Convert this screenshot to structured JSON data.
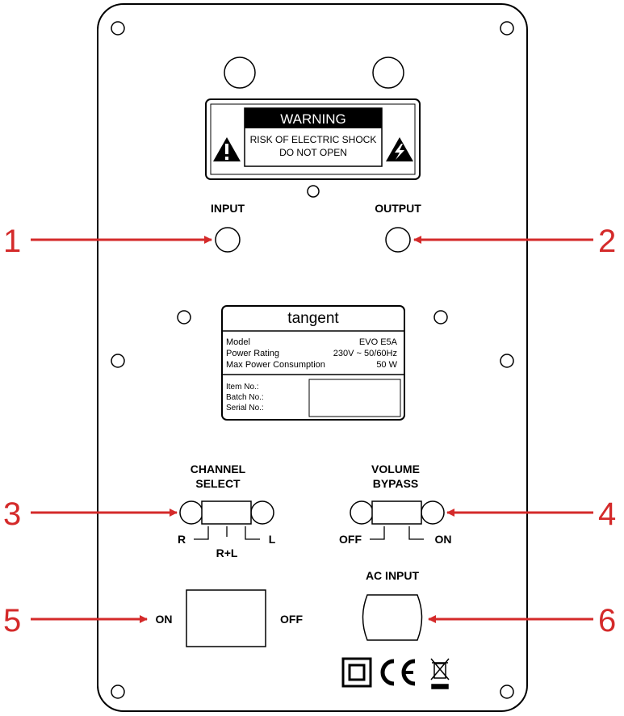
{
  "colors": {
    "callout": "#d42a2a",
    "line": "#000000",
    "background": "#ffffff"
  },
  "warning": {
    "title": "WARNING",
    "line1": "RISK OF ELECTRIC SHOCK",
    "line2": "DO NOT OPEN",
    "icon_left": "exclamation-triangle-icon",
    "icon_right": "lightning-triangle-icon"
  },
  "jacks": {
    "input_label": "INPUT",
    "output_label": "OUTPUT"
  },
  "spec_plate": {
    "brand": "tangent",
    "rows": [
      {
        "label": "Model",
        "value": "EVO E5A"
      },
      {
        "label": "Power Rating",
        "value": "230V ~ 50/60Hz"
      },
      {
        "label": "Max Power Consumption",
        "value": "50 W"
      }
    ],
    "ids": [
      "Item No.:",
      "Batch No.:",
      "Serial No.:"
    ]
  },
  "channel_select": {
    "line1": "CHANNEL",
    "line2": "SELECT",
    "pos_r": "R",
    "pos_rl": "R+L",
    "pos_l": "L"
  },
  "volume_bypass": {
    "line1": "VOLUME",
    "line2": "BYPASS",
    "pos_off": "OFF",
    "pos_on": "ON"
  },
  "power_switch": {
    "on": "ON",
    "off": "OFF"
  },
  "ac_input": {
    "label": "AC INPUT"
  },
  "callouts": [
    "1",
    "2",
    "3",
    "4",
    "5",
    "6"
  ],
  "certification_icons": [
    "class-ii-double-square-icon",
    "ce-mark-icon",
    "weee-crossed-bin-icon"
  ]
}
